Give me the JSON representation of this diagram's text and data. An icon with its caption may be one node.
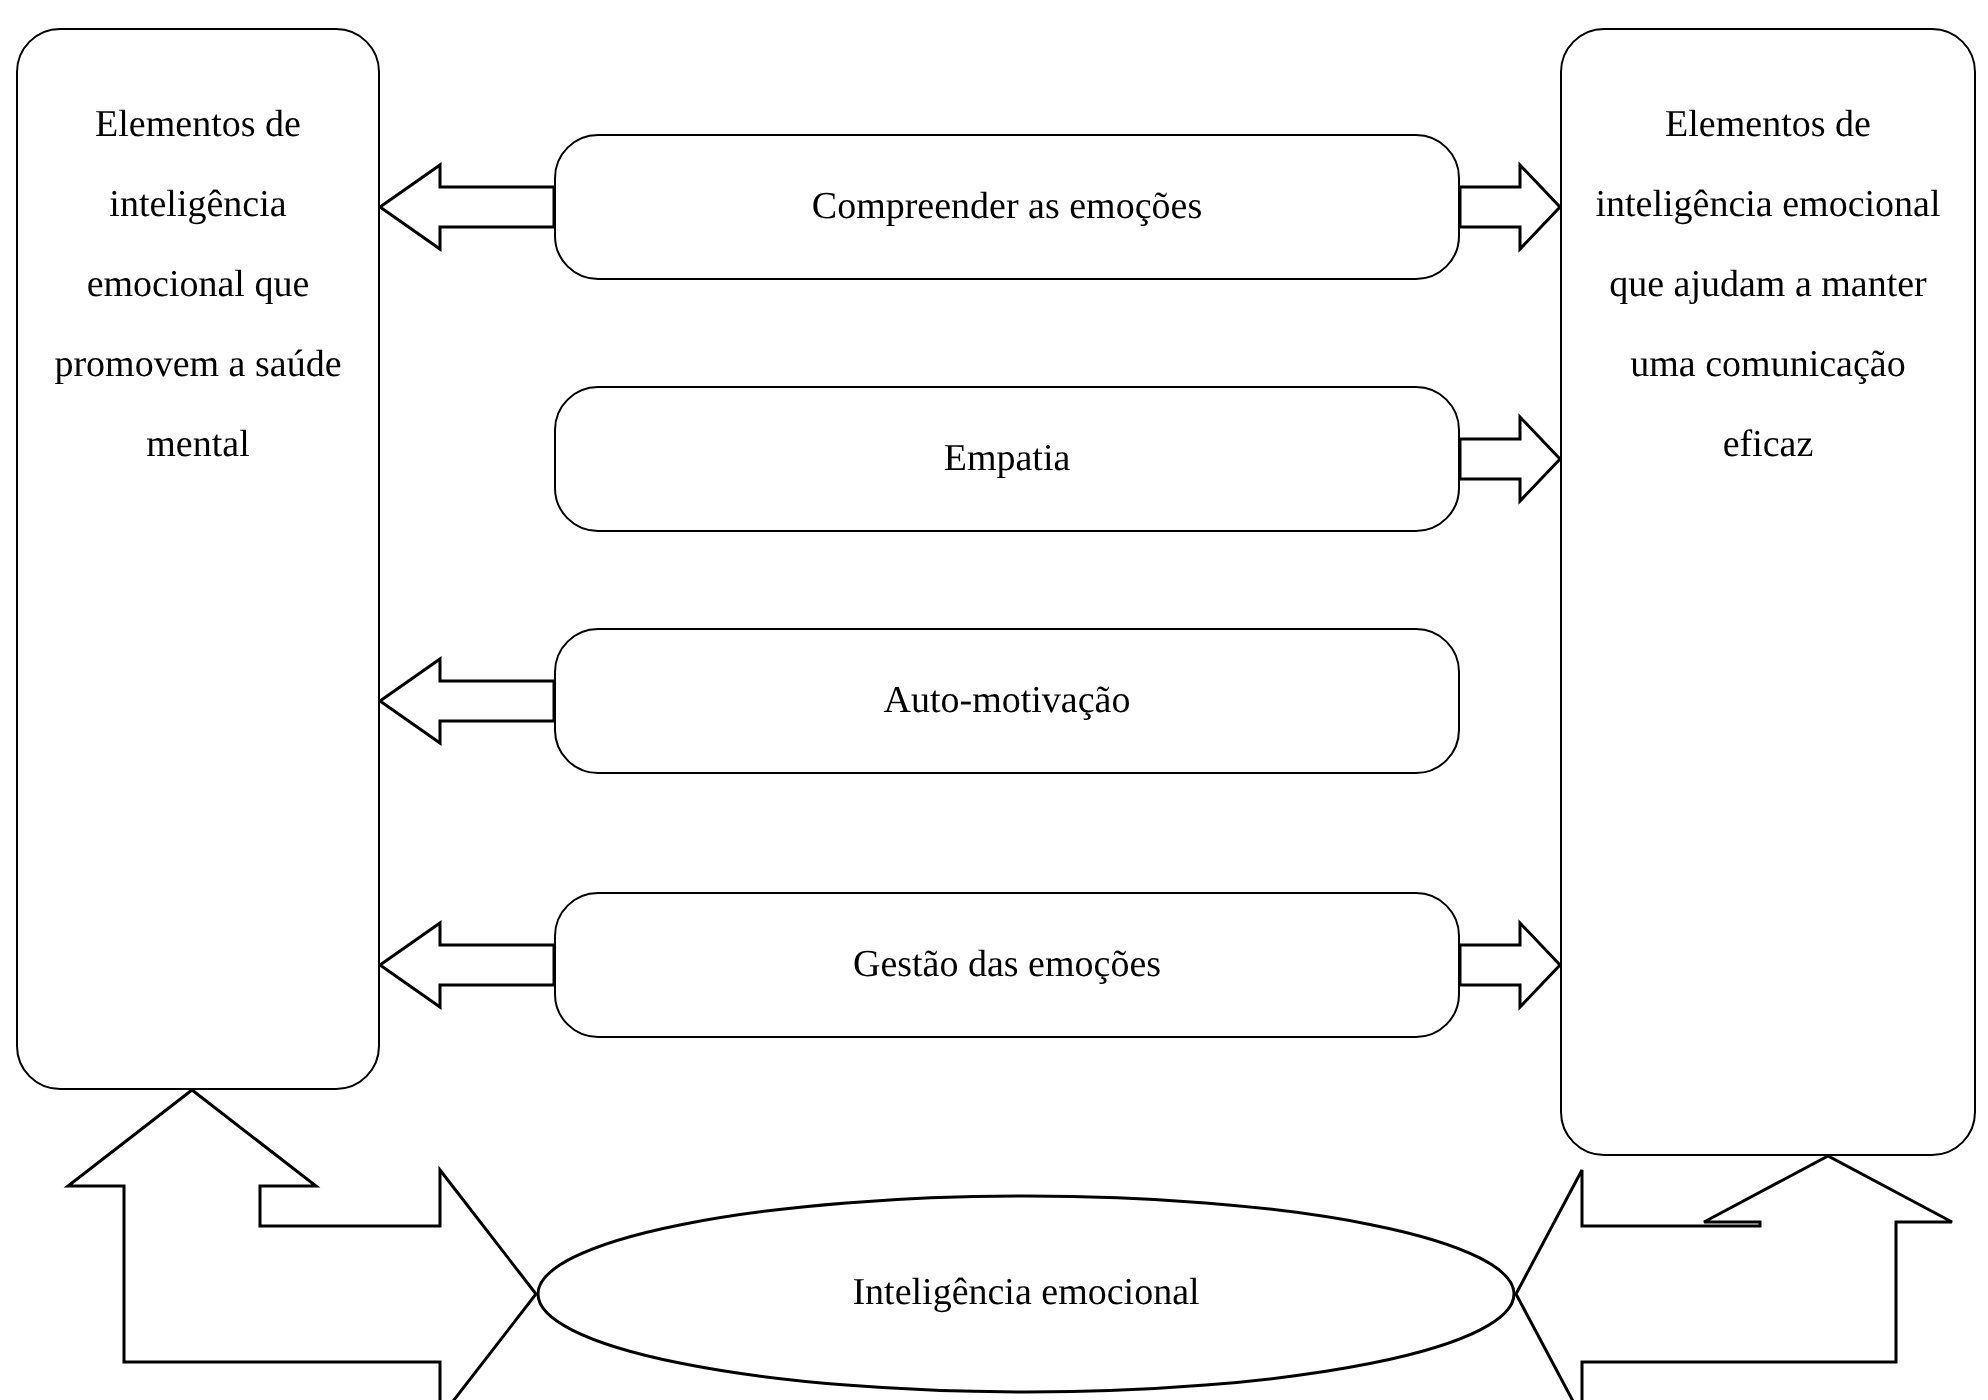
{
  "diagram": {
    "nodes": [
      {
        "text": [
          "Elementos de inteligência emocional que promovem a saúde mental"
        ]
      },
      {
        "text": [
          "Elementos de inteligência emocional que ajudam a manter uma comunicação eficaz"
        ]
      },
      {
        "text": [
          "Compreender as emoções"
        ]
      },
      {
        "text": [
          "Empatia"
        ]
      },
      {
        "text": [
          "Auto-motivação"
        ]
      },
      {
        "text": [
          "Gestão das emoções"
        ]
      },
      {
        "text": [
          "Inteligência emocional"
        ]
      }
    ],
    "edges": [
      {
        "from": 2,
        "to": 0,
        "arrow": "to"
      },
      {
        "from": 2,
        "to": 1,
        "arrow": "to"
      },
      {
        "from": 3,
        "to": 1,
        "arrow": "to"
      },
      {
        "from": 4,
        "to": 0,
        "arrow": "to"
      },
      {
        "from": 5,
        "to": 0,
        "arrow": "to"
      },
      {
        "from": 5,
        "to": 1,
        "arrow": "to"
      },
      {
        "from": 6,
        "to": 0,
        "arrow": "both"
      },
      {
        "from": 6,
        "to": 1,
        "arrow": "both"
      }
    ]
  }
}
